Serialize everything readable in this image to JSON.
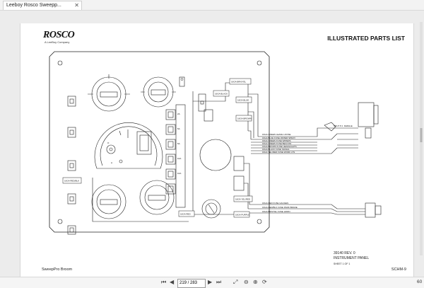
{
  "tab": {
    "title": "Leeboy Rosco Sweepp..."
  },
  "document": {
    "logo": "ROSCO",
    "logo_sub": "A LeeBoy Company",
    "title": "ILLUSTRATED PARTS LIST",
    "footer_left": "SweepPro Broom",
    "footer_right": "SCHM-9",
    "info_number": "39140 REV. 0",
    "info_name": "INSTRUMENT PANEL",
    "info_sheet": "SHEET 1 OF 1"
  },
  "schematic": {
    "wire_black": "16GA BLACK",
    "wire_brn_yel": "16GA BRN/YEL",
    "wire_blue": "16GA BLUE",
    "wire_brown": "16GA BROWN",
    "wire_red_blk": "16GA RED/BLK",
    "wire_yel_red": "16GA YEL/RED",
    "wire_purple": "16GA PURPLE",
    "wire_red_top": "16GA RED",
    "bundle_top": [
      "16GA GREEN LEAVE LOOSE",
      "16GA BLUE FUSE WATER SPRAY",
      "16GA GREEN FUSE WIPERS",
      "16GA GREEN FUSE BEACON",
      "16GA BROWN FUSE HEADLIGHTS",
      "16GA BLACK FUSE SIGNAL",
      "16GA YEL/RED FUSE WORK LTS"
    ],
    "bundle_bottom": [
      "16GA RED FUSE GAUGES",
      "16GA RED/BLK FUSE PARK BRAKE",
      "16GA BRN/YEL FUSE HORN"
    ],
    "connector_note": "SPLIT P.J. FEMALE",
    "fuse_labels": [
      "2A",
      "5A",
      "5A",
      "10A",
      "10A"
    ]
  },
  "toolbar": {
    "current_page": "219 / 283",
    "zoom": "60",
    "first_icon": "first-page-icon",
    "prev_icon": "previous-page-icon",
    "next_icon": "next-page-icon",
    "last_icon": "last-page-icon"
  }
}
